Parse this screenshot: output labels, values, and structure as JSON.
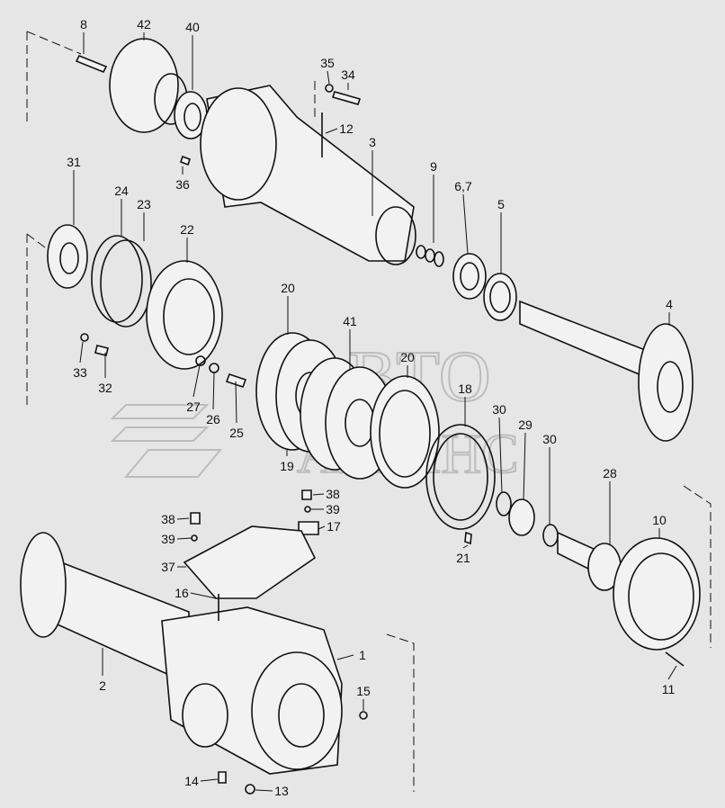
{
  "diagram": {
    "type": "exploded-parts-view",
    "watermark": {
      "line1": "АВТО",
      "line2": "АЛЬЯНС"
    },
    "labels": [
      "8",
      "42",
      "40",
      "35",
      "34",
      "12",
      "3",
      "36",
      "31",
      "24",
      "23",
      "22",
      "9",
      "6,7",
      "5",
      "4",
      "20",
      "41",
      "20",
      "33",
      "32",
      "27",
      "26",
      "25",
      "18",
      "30",
      "29",
      "30",
      "19",
      "38",
      "39",
      "17",
      "38",
      "39",
      "37",
      "28",
      "10",
      "21",
      "16",
      "1",
      "2",
      "15",
      "11",
      "14",
      "13"
    ]
  }
}
